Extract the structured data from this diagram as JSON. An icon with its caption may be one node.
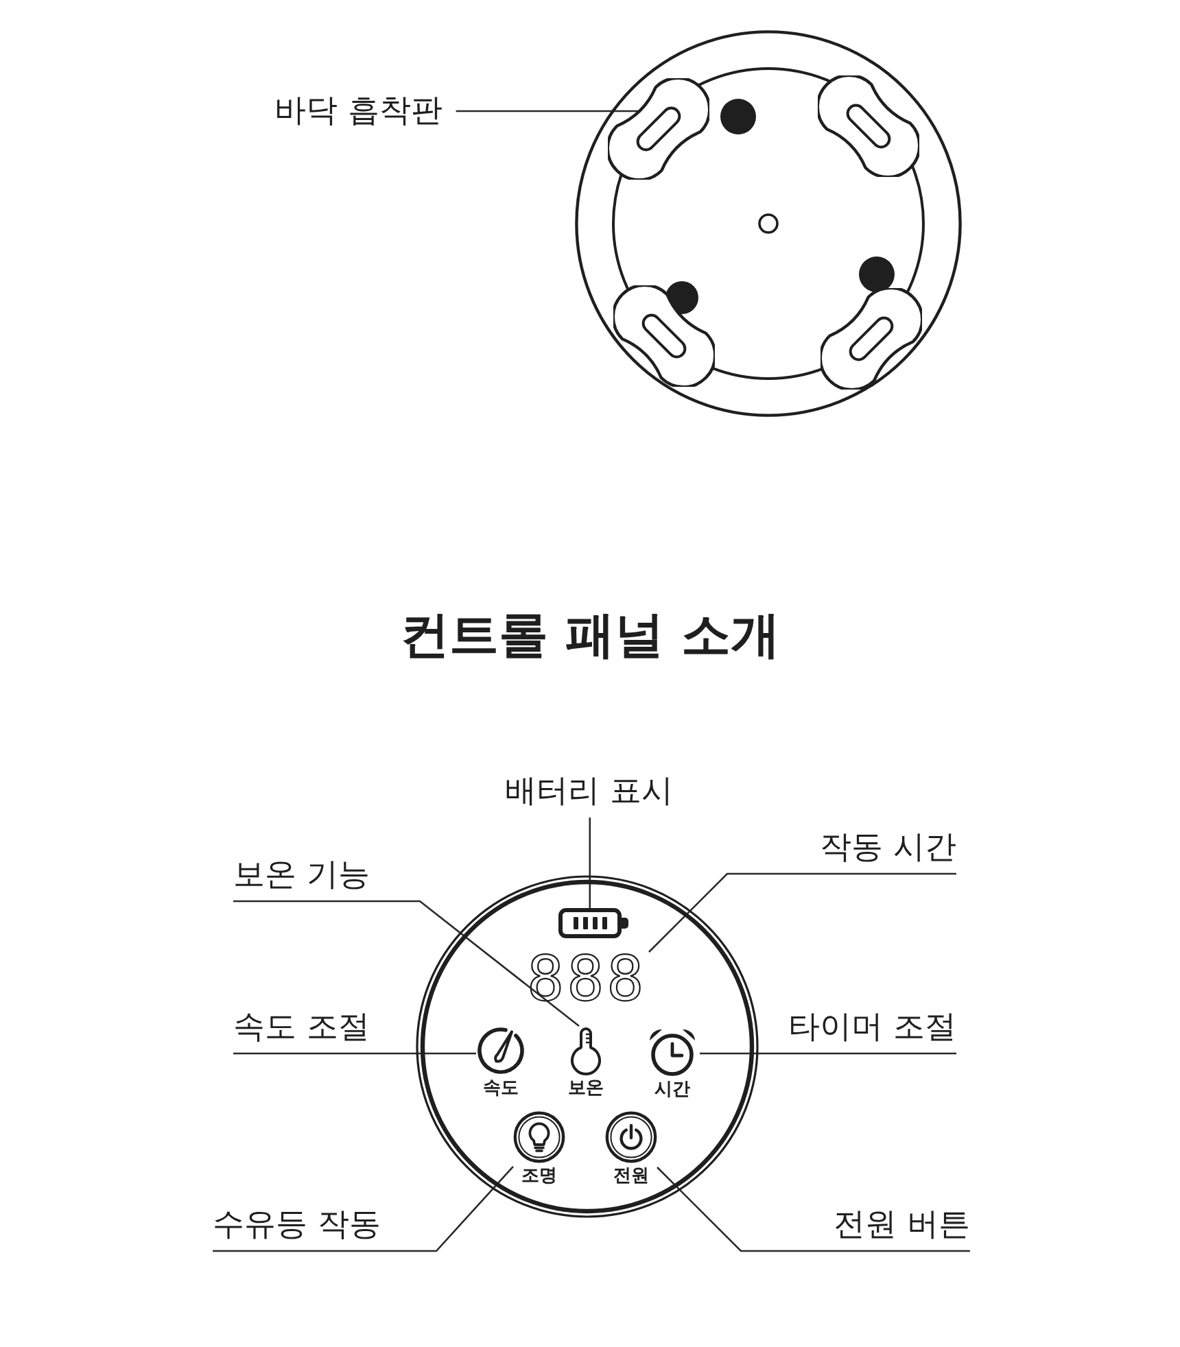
{
  "diagram": {
    "title": "컨트롤 패널 소개",
    "nodes": [
      {
        "text": [
          "바닥 흡착판"
        ]
      },
      {
        "text": [],
        "shape": "circle"
      },
      {
        "text": [],
        "shape": "pad",
        "in": 1
      },
      {
        "text": [],
        "shape": "pad",
        "in": 1
      },
      {
        "text": [],
        "shape": "pad",
        "in": 1
      },
      {
        "text": [],
        "shape": "pad",
        "in": 1
      },
      {
        "text": [
          "배터리 표시"
        ]
      },
      {
        "text": [
          "작동 시간"
        ]
      },
      {
        "text": [
          "보온 기능"
        ]
      },
      {
        "text": [
          "속도 조절"
        ]
      },
      {
        "text": [
          "타이머 조절"
        ]
      },
      {
        "text": [
          "수유등 작동"
        ]
      },
      {
        "text": [
          "전원 버튼"
        ]
      },
      {
        "text": [],
        "shape": "circle"
      },
      {
        "text": [],
        "shape": "battery",
        "in": 13
      },
      {
        "text": [
          "888"
        ],
        "in": 13
      },
      {
        "text": [
          "속도"
        ],
        "in": 13
      },
      {
        "text": [
          "보온"
        ],
        "in": 13
      },
      {
        "text": [
          "시간"
        ],
        "in": 13
      },
      {
        "text": [
          "조명"
        ],
        "in": 13
      },
      {
        "text": [
          "전원"
        ],
        "in": 13
      }
    ],
    "edges": [
      {
        "from": 0,
        "to": 2,
        "arrow": "none"
      },
      {
        "from": 6,
        "to": 14,
        "arrow": "none"
      },
      {
        "from": 7,
        "to": 15,
        "arrow": "none"
      },
      {
        "from": 8,
        "to": 17,
        "arrow": "none"
      },
      {
        "from": 9,
        "to": 16,
        "arrow": "none"
      },
      {
        "from": 10,
        "to": 18,
        "arrow": "none"
      },
      {
        "from": 11,
        "to": 19,
        "arrow": "none"
      },
      {
        "from": 12,
        "to": 20,
        "arrow": "none"
      }
    ]
  }
}
